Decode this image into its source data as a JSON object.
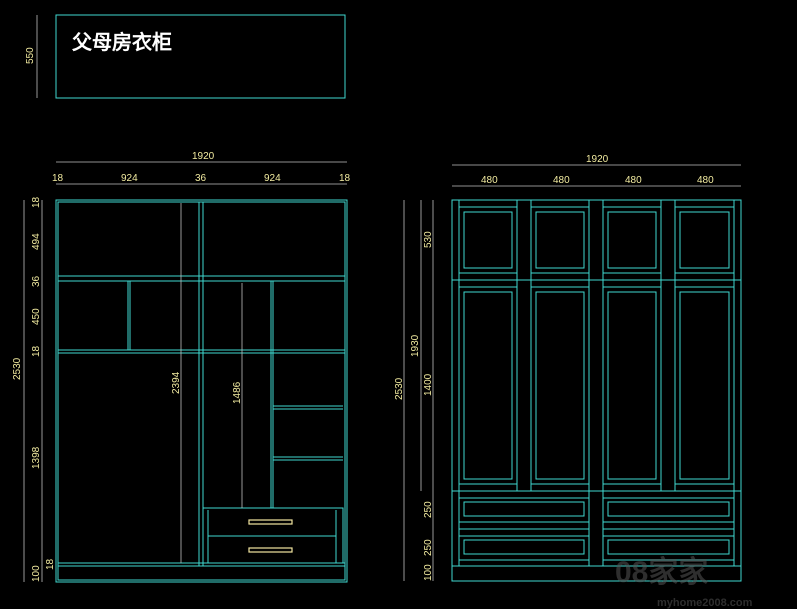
{
  "title": "父母房衣柜",
  "title_box_dim": "550",
  "interior": {
    "width_total": "1920",
    "widths": [
      "18",
      "924",
      "36",
      "924",
      "18"
    ],
    "height_total": "2530",
    "heights": [
      "18",
      "494",
      "36",
      "450",
      "18",
      "1398",
      "18",
      "100"
    ],
    "inner_dims": [
      "2394",
      "1486"
    ]
  },
  "exterior": {
    "width_total": "1920",
    "widths": [
      "480",
      "480",
      "480",
      "480"
    ],
    "height_total": "2530",
    "door_height": "1930",
    "heights": [
      "530",
      "1400",
      "250",
      "250",
      "100"
    ]
  },
  "watermark": {
    "brand": "08家家",
    "url": "myhome2008.com"
  },
  "colors": {
    "line": "#3fd9d0",
    "dim_text": "#f2eba0",
    "handle": "#f2e6a0",
    "background": "#000000"
  }
}
